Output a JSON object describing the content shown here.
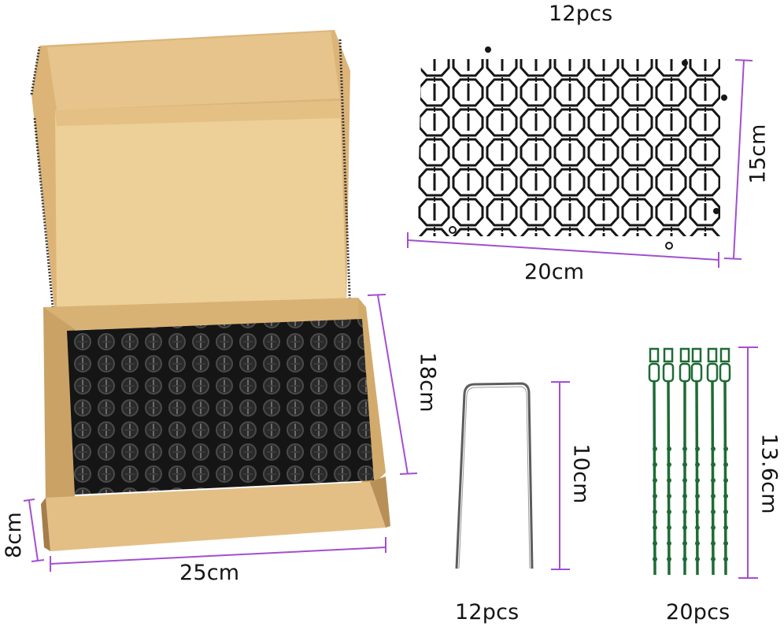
{
  "image": {
    "description": "Product dimension infographic: cat scat mat spike kit",
    "background": "#ffffff",
    "dimension_line_color": "#a24fd0"
  },
  "box": {
    "name": "cardboard shipping box",
    "color": "#e3bf86",
    "dimensions": {
      "length": "25cm",
      "width": "18cm",
      "height": "8cm"
    }
  },
  "spike_mat": {
    "name": "plastic spike mat",
    "quantity": "12pcs",
    "dimensions": {
      "width": "20cm",
      "height": "15cm"
    },
    "color": "#1a1a1a"
  },
  "u_stake": {
    "name": "metal U-shaped garden stake",
    "quantity": "12pcs",
    "dimensions": {
      "height": "10cm"
    },
    "color": "#6b6b6b"
  },
  "cable_ties": {
    "name": "green plastic plant ties",
    "quantity": "20pcs",
    "dimensions": {
      "length": "13.6cm"
    },
    "color": "#1f6b35",
    "shown_count": 6
  }
}
